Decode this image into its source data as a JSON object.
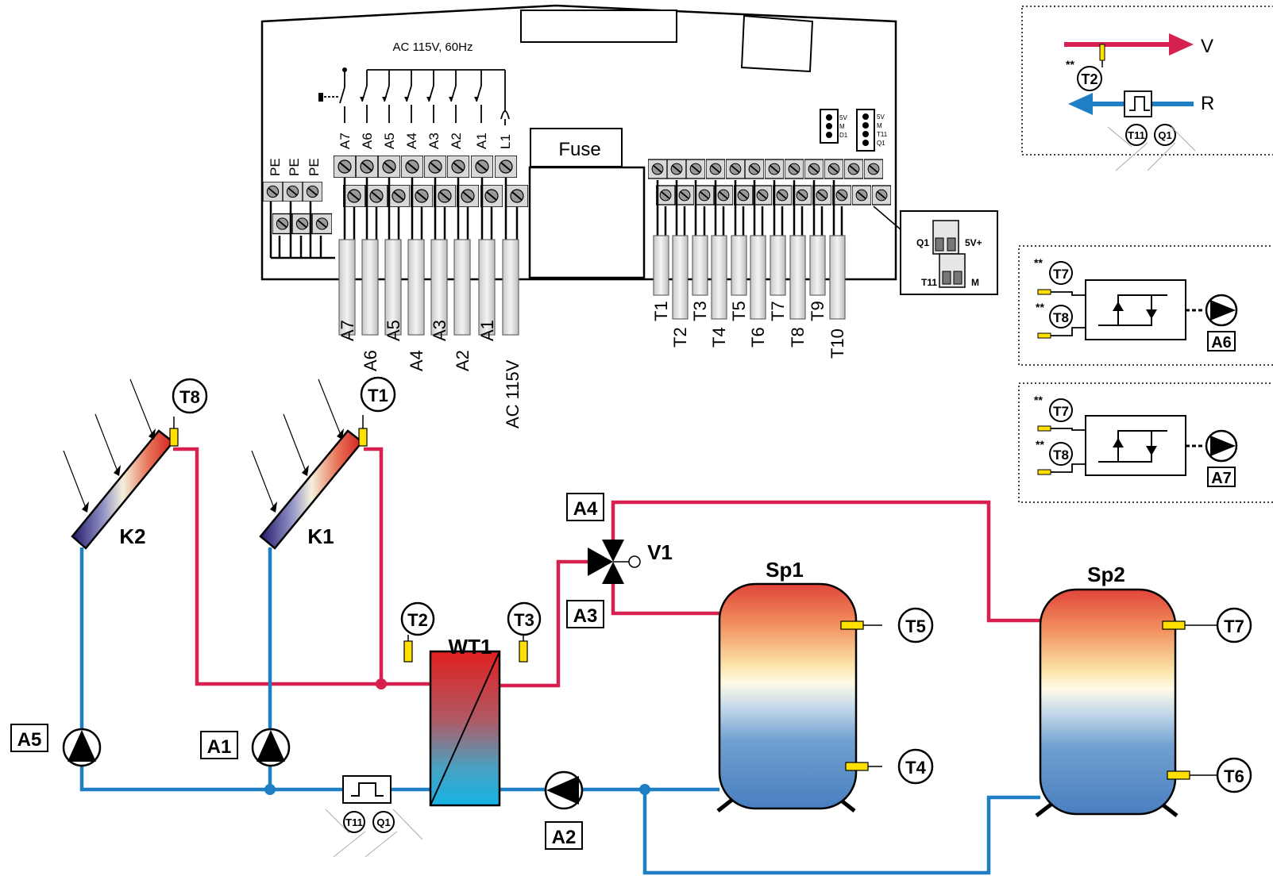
{
  "controller": {
    "supply_label": "AC 115V, 60Hz",
    "fuse_label": "Fuse",
    "pe_labels": [
      "PE",
      "PE",
      "PE"
    ],
    "output_labels_top": [
      "A7",
      "A6",
      "A5",
      "A4",
      "A3",
      "A2",
      "A1",
      "L1"
    ],
    "output_labels_bottom": [
      "A7",
      "A6",
      "A5",
      "A4",
      "A3",
      "A2",
      "A1",
      "AC 115V"
    ],
    "sensor_labels_bottom": [
      "T1",
      "T2",
      "T3",
      "T4",
      "T5",
      "T6",
      "T7",
      "T8",
      "T9",
      "T10"
    ],
    "connector1_pins": [
      "5V",
      "M",
      "D1"
    ],
    "connector2_pins": [
      "5V",
      "M",
      "T11",
      "Q1"
    ],
    "inset_labels": {
      "q1": "Q1",
      "v5": "5V+",
      "t11": "T11",
      "m": "M"
    }
  },
  "legend_flow": {
    "supply": "V",
    "return": "R",
    "note": "**",
    "sensor": "T2",
    "flow_sensor": "T11",
    "flow_q": "Q1"
  },
  "legend_diff1": {
    "note1": "**",
    "note2": "**",
    "sensor_top": "T7",
    "sensor_bottom": "T8",
    "output": "A6"
  },
  "legend_diff2": {
    "note1": "**",
    "note2": "**",
    "sensor_top": "T7",
    "sensor_bottom": "T8",
    "output": "A7"
  },
  "hydraulic": {
    "collectors": [
      "K2",
      "K1"
    ],
    "collector_sensors": [
      "T8",
      "T1"
    ],
    "heat_exchanger": "WT1",
    "hx_sensors": [
      "T2",
      "T3"
    ],
    "valve": "V1",
    "valve_outputs": [
      "A4",
      "A3"
    ],
    "pumps": [
      "A5",
      "A1",
      "A2"
    ],
    "flow_meter": {
      "t": "T11",
      "q": "Q1"
    },
    "tank1": {
      "name": "Sp1",
      "sensors": [
        "T5",
        "T4"
      ]
    },
    "tank2": {
      "name": "Sp2",
      "sensors": [
        "T7",
        "T6"
      ]
    }
  },
  "colors": {
    "supply_pipe": "#d6204f",
    "return_pipe": "#1f7fc4",
    "sensor": "#ffe000"
  }
}
